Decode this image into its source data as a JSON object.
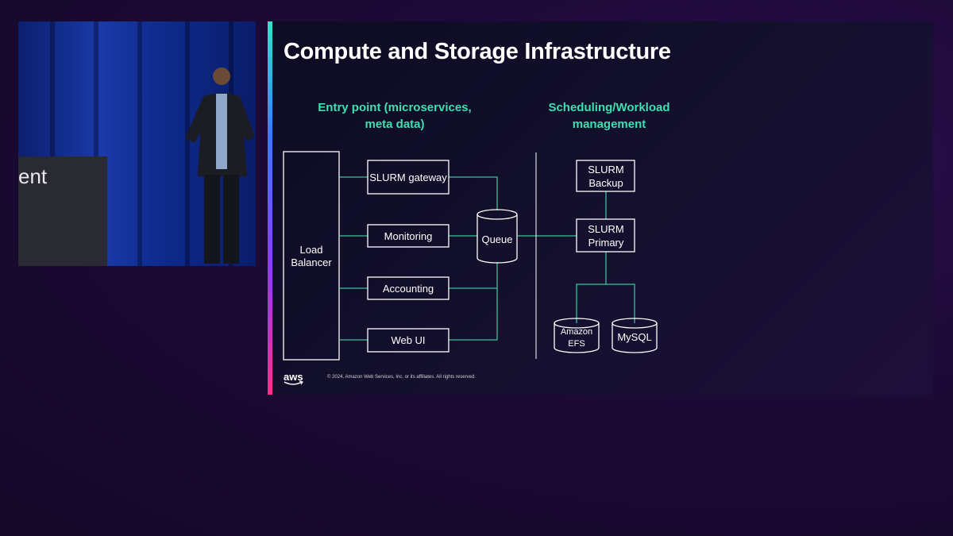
{
  "video": {
    "lectern_text": "ent"
  },
  "slide": {
    "title": "Compute and Storage Infrastructure",
    "sections": {
      "entry": "Entry point (microservices,\nmeta data)",
      "scheduling": "Scheduling/Workload\nmanagement"
    },
    "nodes": {
      "load_balancer": [
        "Load",
        "Balancer"
      ],
      "slurm_gateway": "SLURM gateway",
      "monitoring": "Monitoring",
      "accounting": "Accounting",
      "web_ui": "Web UI",
      "queue": "Queue",
      "slurm_backup": [
        "SLURM",
        "Backup"
      ],
      "slurm_primary": [
        "SLURM",
        "Primary"
      ],
      "amazon_efs": [
        "Amazon",
        "EFS"
      ],
      "mysql": "MySQL"
    },
    "footer": {
      "logo": "aws",
      "copyright": "© 2024, Amazon Web Services, Inc. or its affiliates. All rights reserved."
    },
    "colors": {
      "accent": "#3de0b0",
      "line": "#3dbf9a",
      "box_border": "#ffffff"
    }
  }
}
